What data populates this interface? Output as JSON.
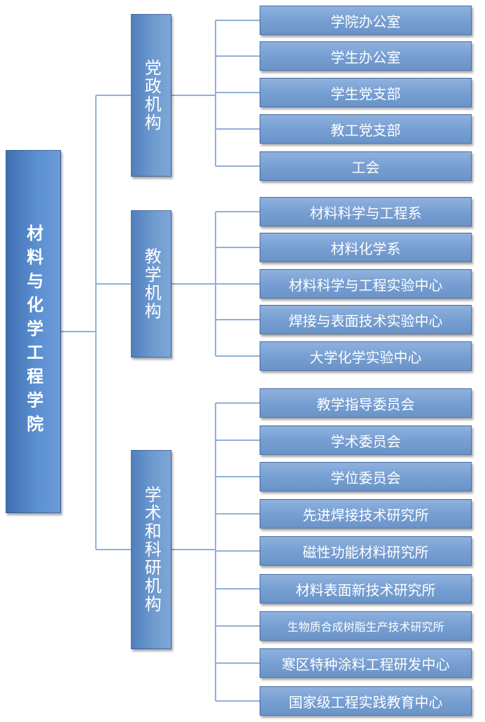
{
  "root": {
    "label": "材料与化学工程学院"
  },
  "groups": [
    {
      "label": "党政机构",
      "items": [
        "学院办公室",
        "学生办公室",
        "学生党支部",
        "教工党支部",
        "工会"
      ]
    },
    {
      "label": "教学机构",
      "items": [
        "材料科学与工程系",
        "材料化学系",
        "材料科学与工程实验中心",
        "焊接与表面技术实验中心",
        "大学化学实验中心"
      ]
    },
    {
      "label": "学术和科研机构",
      "items": [
        "教学指导委员会",
        "学术委员会",
        "学位委员会",
        "先进焊接技术研究所",
        "磁性功能材料研究所",
        "材料表面新技术研究所",
        "生物质合成树脂生产技术研究所",
        "寒区特种涂料工程研发中心",
        "国家级工程实践教育中心"
      ]
    }
  ],
  "colors": {
    "node_blue": "#5b8fd2",
    "leaf_blue": "#779fd2",
    "connector": "#8fb0dc",
    "text": "#ffffff"
  }
}
